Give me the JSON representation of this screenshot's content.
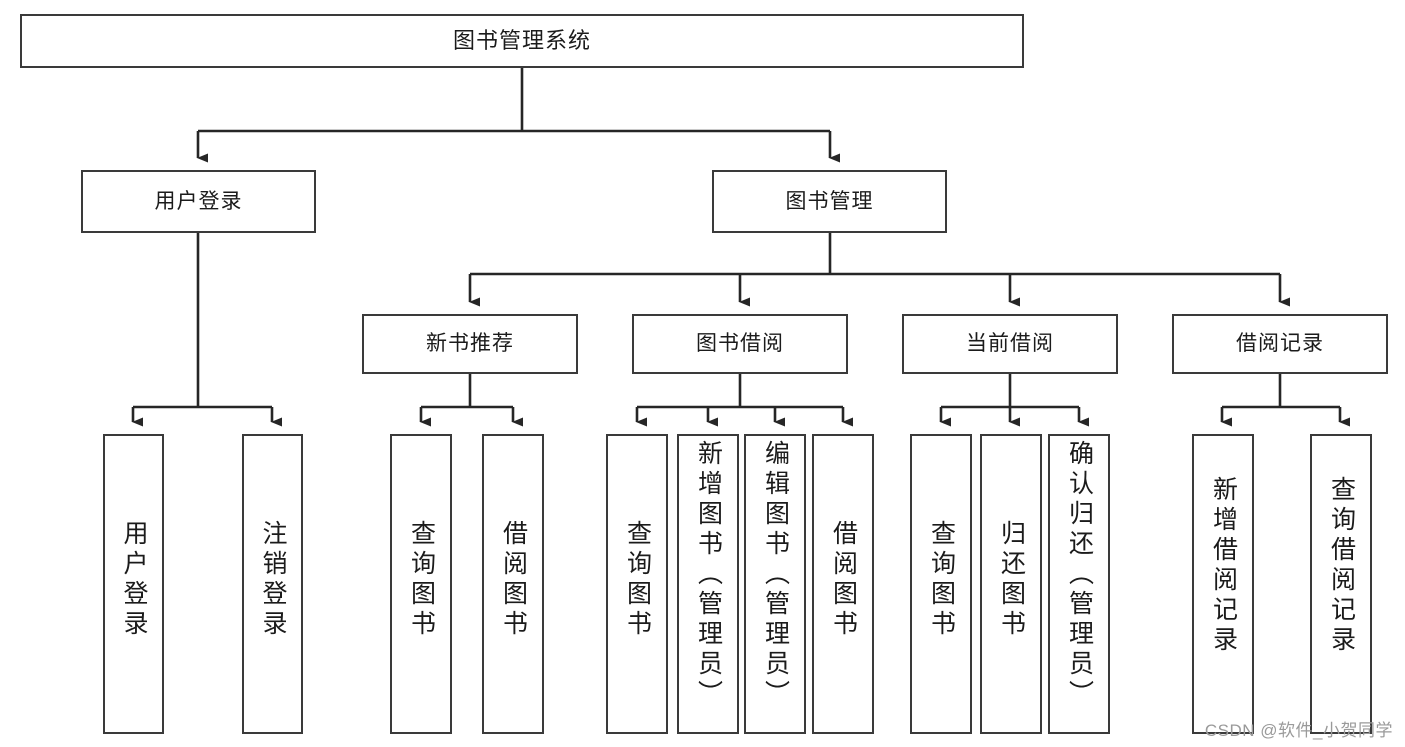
{
  "diagram": {
    "title": "图书管理系统",
    "root": {
      "label": "图书管理系统"
    },
    "level2": [
      {
        "label": "用户登录"
      },
      {
        "label": "图书管理"
      }
    ],
    "level3": [
      {
        "label": "新书推荐"
      },
      {
        "label": "图书借阅"
      },
      {
        "label": "当前借阅"
      },
      {
        "label": "借阅记录"
      }
    ],
    "leaves": {
      "user_login": [
        {
          "label": "用户登录"
        },
        {
          "label": "注销登录"
        }
      ],
      "new_book_recommend": [
        {
          "label": "查询图书"
        },
        {
          "label": "借阅图书"
        }
      ],
      "book_borrow": [
        {
          "label": "查询图书"
        },
        {
          "label": "新增图书（管理员）"
        },
        {
          "label": "编辑图书（管理员）"
        },
        {
          "label": "借阅图书"
        }
      ],
      "current_borrow": [
        {
          "label": "查询图书"
        },
        {
          "label": "归还图书"
        },
        {
          "label": "确认归还（管理员）"
        }
      ],
      "borrow_record": [
        {
          "label": "新增借阅记录"
        },
        {
          "label": "查询借阅记录"
        }
      ]
    }
  },
  "watermark": {
    "text": "CSDN @软件_小贺同学"
  },
  "colors": {
    "box_border": "#3a3a3a",
    "box_fill": "#ffffff",
    "text": "#1b1b1b",
    "connector": "#262626",
    "watermark": "#9a9a9a",
    "background": "#ffffff"
  }
}
